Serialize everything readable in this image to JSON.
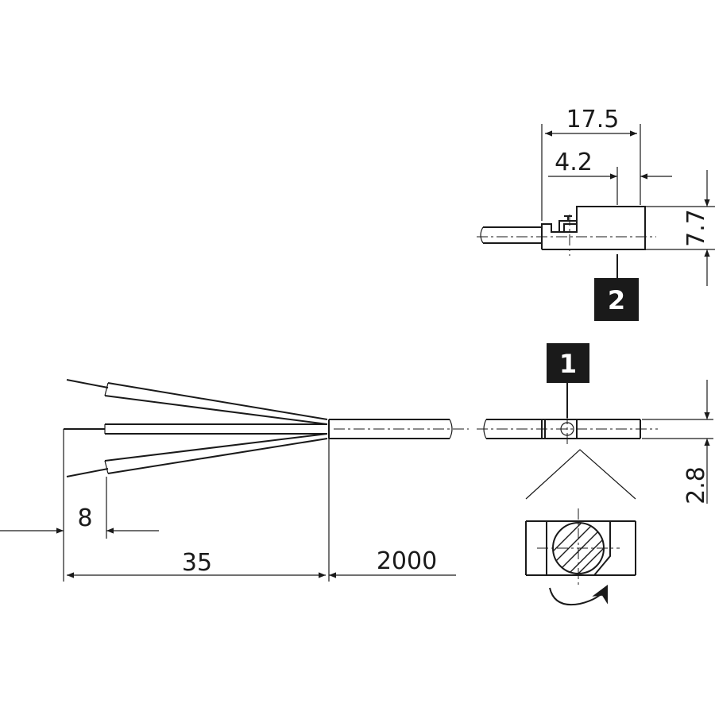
{
  "dimensions": {
    "length_overall": "17.5",
    "sensing_offset": "4.2",
    "height": "7.7",
    "wire_strip": "8",
    "wire_length": "35",
    "cable_length": "2000",
    "diameter": "2.8"
  },
  "callouts": {
    "sensor_tag": "1",
    "side_view_tag": "2"
  }
}
